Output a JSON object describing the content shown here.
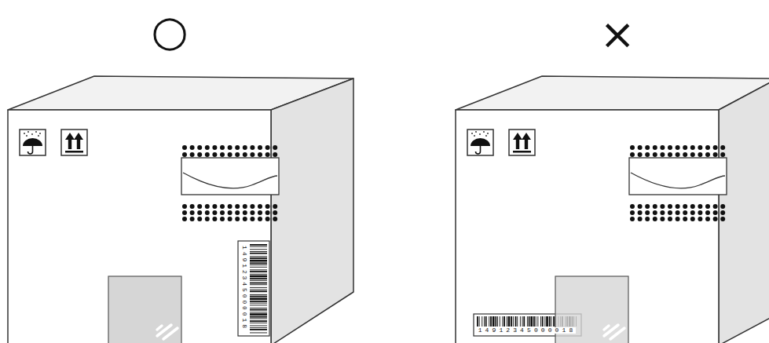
{
  "diagram": {
    "labels": [
      "○",
      "×",
      "14912345000018",
      "14912345000018"
    ]
  }
}
